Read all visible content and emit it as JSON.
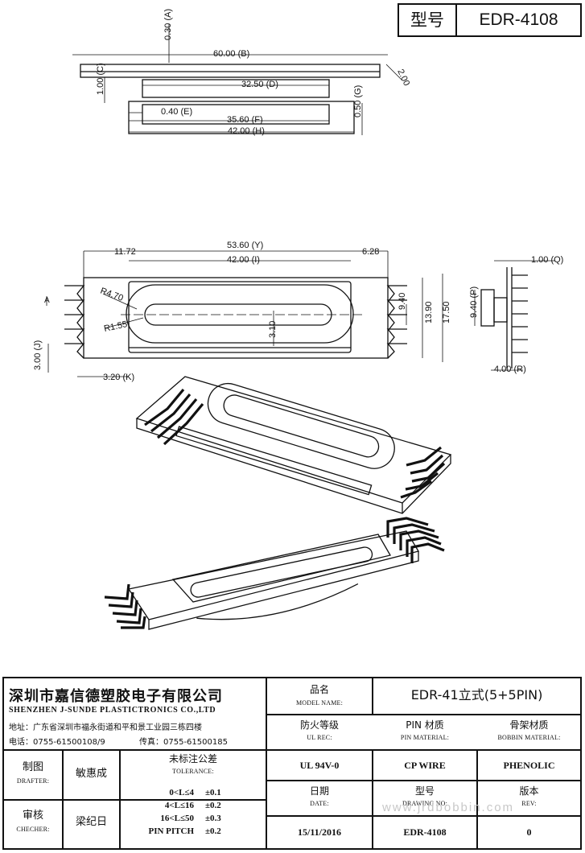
{
  "header": {
    "model_label": "型号",
    "model_value": "EDR-4108"
  },
  "dimensions": {
    "top_view": [
      "0.30",
      "60.00",
      "2.00",
      "1.00",
      "32.50",
      "0.40",
      "35.60",
      "0.50",
      "42.00"
    ],
    "top_view_tags": [
      "A",
      "B",
      "",
      "C",
      "D",
      "E",
      "F",
      "G",
      "H"
    ],
    "front_view": [
      "11.72",
      "53.60",
      "6.28",
      "42.00",
      "R4.70",
      "R1.55",
      "3.10",
      "9.40",
      "13.90",
      "17.50",
      "3.00",
      "3.20"
    ],
    "front_view_tags": [
      "",
      "Y",
      "",
      "I",
      "",
      "",
      "",
      "",
      "",
      "",
      "J",
      "K"
    ],
    "side_view": [
      "1.00",
      "9.40",
      "4.00"
    ],
    "side_view_tags": [
      "Q",
      "P",
      "R"
    ],
    "section_mark": "A"
  },
  "title_block": {
    "company_cn": "深圳市嘉信德塑胶电子有限公司",
    "company_en": "SHENZHEN J-SUNDE PLASTICTRONICS CO.,LTD",
    "address": "地址：广东省深圳市福永街道和平和景工业园三栋四楼",
    "phone": "电话：0755-61500108/9",
    "fax": "传真：0755-61500185",
    "model_name_cn": "品名",
    "model_name_en": "MODEL NAME:",
    "model_name_value": "EDR-41立式(5+5PIN)",
    "ul_cn": "防火等级",
    "ul_en": "UL REC:",
    "ul_value": "UL 94V-0",
    "pin_cn": "PIN 材质",
    "pin_en": "PIN MATERIAL:",
    "pin_value": "CP WIRE",
    "bobbin_cn": "骨架材质",
    "bobbin_en": "BOBBIN MATERIAL:",
    "bobbin_value": "PHENOLIC",
    "drafter_cn": "制图",
    "drafter_en": "DRAFTER:",
    "drafter_name": "敏惠成",
    "checker_cn": "审核",
    "checker_en": "CHECHER:",
    "checker_name": "梁纪日",
    "tolerance_cn": "未标注公差",
    "tolerance_en": "TOLERANCE:",
    "tolerances": [
      {
        "range": "0<L≤4",
        "value": "±0.1"
      },
      {
        "range": "4<L≤16",
        "value": "±0.2"
      },
      {
        "range": "16<L≤50",
        "value": "±0.3"
      },
      {
        "range": "PIN PITCH",
        "value": "±0.2"
      }
    ],
    "date_cn": "日期",
    "date_en": "DATE:",
    "date_value": "15/11/2016",
    "drawing_cn": "型号",
    "drawing_en": "DRAWING NO:",
    "drawing_value": "EDR-4108",
    "rev_cn": "版本",
    "rev_en": "REV:",
    "rev_value": "0"
  },
  "watermark": "www.jrdbobbin.com"
}
